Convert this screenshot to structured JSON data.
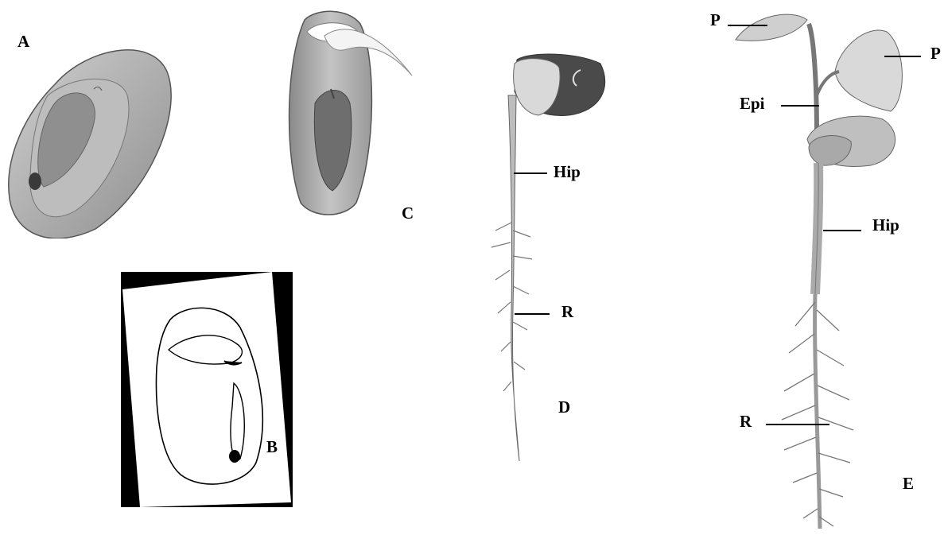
{
  "panels": {
    "a": {
      "letter": "A"
    },
    "b": {
      "letter": "B"
    },
    "c": {
      "letter": "C"
    },
    "d": {
      "letter": "D",
      "hypocotyl": "Hip",
      "root": "R"
    },
    "e": {
      "letter": "E",
      "primary_leaf_left": "P",
      "primary_leaf_right": "P",
      "epicotyl": "Epi",
      "hypocotyl": "Hip",
      "root": "R"
    }
  },
  "colors": {
    "ink": "#000000",
    "pencil": "#555555",
    "shade_mid": "#9a9a9a",
    "shade_light": "#d6d6d6",
    "cotyledon_dark": "#4a4a4a"
  }
}
